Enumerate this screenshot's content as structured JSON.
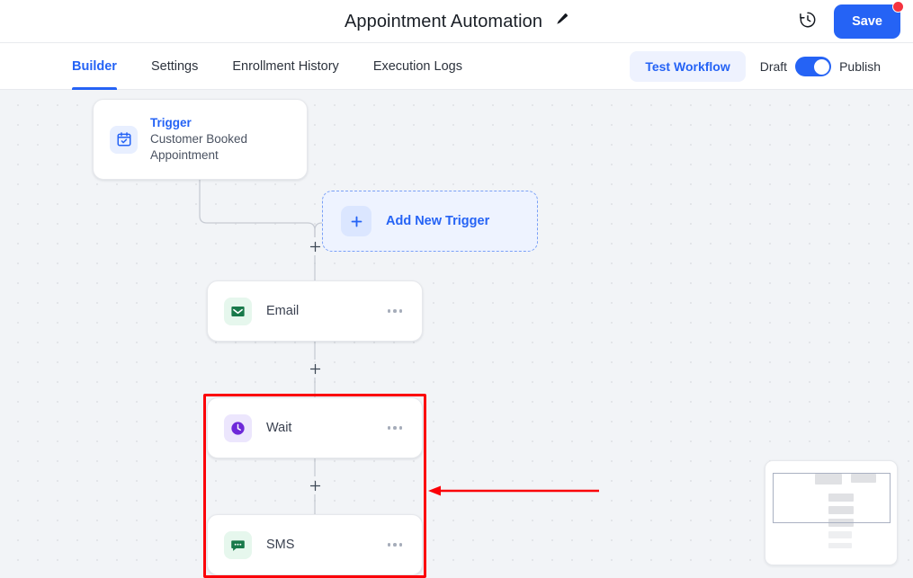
{
  "header": {
    "title": "Appointment Automation",
    "edit_icon": "pencil-icon",
    "history_icon": "clock-history-icon",
    "save_label": "Save",
    "save_badge": true,
    "accent_color": "#2563f5",
    "badge_color": "#f5333f"
  },
  "tabs": [
    {
      "label": "Builder",
      "active": true
    },
    {
      "label": "Settings",
      "active": false
    },
    {
      "label": "Enrollment History",
      "active": false
    },
    {
      "label": "Execution Logs",
      "active": false
    }
  ],
  "toolbar": {
    "test_workflow_label": "Test Workflow",
    "draft_label": "Draft",
    "publish_label": "Publish",
    "toggle_on": true
  },
  "canvas": {
    "trigger": {
      "kicker": "Trigger",
      "subtitle": "Customer Booked Appointment",
      "icon": "calendar-check-icon",
      "icon_color": "#2563f5"
    },
    "add_trigger": {
      "label": "Add New Trigger",
      "icon": "plus-icon"
    },
    "steps": [
      {
        "id": "email",
        "label": "Email",
        "icon": "envelope-icon",
        "icon_color": "#18794a",
        "menu": "ellipsis-icon"
      },
      {
        "id": "wait",
        "label": "Wait",
        "icon": "clock-icon",
        "icon_color": "#6d28d9",
        "menu": "ellipsis-icon"
      },
      {
        "id": "sms",
        "label": "SMS",
        "icon": "chat-bubble-icon",
        "icon_color": "#18794a",
        "menu": "ellipsis-icon"
      }
    ],
    "add_step_handles": [
      "plus-icon",
      "plus-icon",
      "plus-icon"
    ],
    "annotation": {
      "type": "arrow-left",
      "color": "#fb0008",
      "highlight_color": "#fb0008"
    }
  },
  "minimap": {
    "label": "workflow-minimap"
  }
}
